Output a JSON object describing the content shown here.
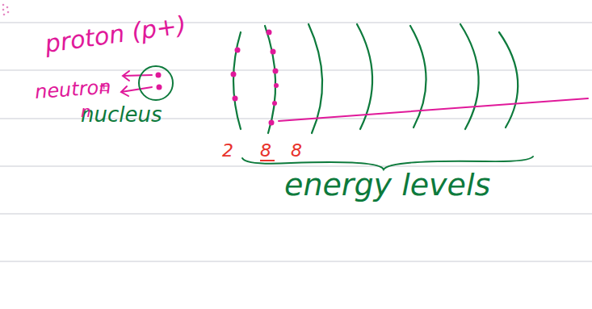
{
  "diagram": {
    "nodes": [
      {
        "text": [
          "nucleus"
        ]
      }
    ],
    "labels": [
      "proton (p+)",
      "neutron",
      "±",
      "n",
      "2",
      "8",
      "8",
      "energy levels"
    ]
  }
}
